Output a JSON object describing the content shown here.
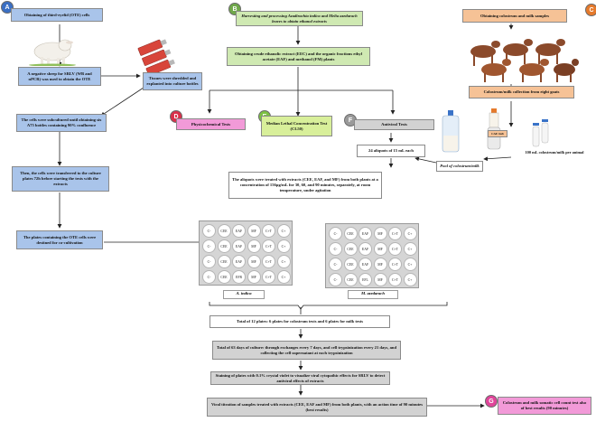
{
  "letters": {
    "a": "A",
    "b": "B",
    "c": "C",
    "d": "D",
    "e": "E",
    "f": "F",
    "g": "G"
  },
  "colors": {
    "circle_blue": "#3a6fc4",
    "circle_green": "#6fa84a",
    "circle_orange": "#e57a2c",
    "circle_red": "#d9304a",
    "circle_ltgreen": "#7cc242",
    "circle_grey": "#9a9a9a",
    "circle_pink": "#e0449a"
  },
  "boxes": {
    "ote_title": "Obtaining of third-eyelid (OTE) cells",
    "sheep_negative": "A negative sheep for SRLV (WB and nPCR) was used to obtain the OTE",
    "tissues": "Tissues were shredded and explanted into culture bottles",
    "subcultured": "The cells were subcultured until obtaining six A75 bottles containing 90% confluence",
    "transferred": "Then, the cells were transferred to the culture plates 72h before starting the tests with the extracts",
    "plates_ote": "The plates containing the OTE cells were destined for co-cultivation",
    "harvesting": "Harvesting and processing Azadirachta indica and Melia azedarach leaves to obtain ethanol extracts",
    "crude_extract": "Obtaining crude ethanolic extract (EEC) and the organic fractions ethyl acetate (EAF) and methanol (FM) plants",
    "physicochemical": "Physicochemical Tests",
    "median_lethal": "Median Lethal Concentration Test (CL50)",
    "antiviral": "Antiviral Tests",
    "colostrum_title": "Obtaining colostrum and milk samples",
    "colostrum_collection": "Colostrum/milk collection from eight goats",
    "aliquots": "24 aliquots of 15 mL each",
    "pool": "Pool of colostrum/milk",
    "ml_per_animal": "100 mL colostrum/milk per animal",
    "treated": "The aliquots were treated with extracts (CEE, EAF, and MF) from both plants at a concentration of 156µg/mL for 30, 60, and 90 minutes, separately, at room temperature, under agitation",
    "total_plates": "Total of 12 plates: 6 plates for colostrum tests and 6 plates for milk tests",
    "total_days": "Total of 63 days of culture: through exchanges every 7 days, and cell trypsinization every 21 days, and collecting the cell supernatant at each trypsinization",
    "staining": "Staining of plates with 0.1% crystal violet to visualize viral cytopathic effects for SRLV to detect antiviral effects of extracts",
    "titration": "Viral titration of samples treated with extracts (CEE, EAF and MF) from both plants, with an action time of 90 minutes (best results)",
    "somatic": "Colostrum and milk somatic cell count test also of best results (90 minutes)"
  },
  "tube_label": "CAF-Sub",
  "plate_a": {
    "label": "A. indica",
    "rows": [
      [
        "C-",
        "CEE",
        "EAF",
        "MF",
        "C+T",
        "C+"
      ],
      [
        "C-",
        "CEE",
        "EAF",
        "MF",
        "C+T",
        "C+"
      ],
      [
        "C-",
        "CEE",
        "EAF",
        "MF",
        "C+T",
        "C+"
      ],
      [
        "C-",
        "CEE",
        "EFR",
        "MF",
        "C+T",
        "C+"
      ]
    ]
  },
  "plate_m": {
    "label": "M. azedarach",
    "rows": [
      [
        "C-",
        "CEE",
        "EAF",
        "MF",
        "C+T",
        "C+"
      ],
      [
        "C-",
        "CEE",
        "EAF",
        "MF",
        "C+T",
        "C+"
      ],
      [
        "C-",
        "CEE",
        "EAF",
        "MF",
        "C+T",
        "C+"
      ],
      [
        "C-",
        "CEE",
        "EFL",
        "MF",
        "C+T",
        "C+"
      ]
    ]
  }
}
